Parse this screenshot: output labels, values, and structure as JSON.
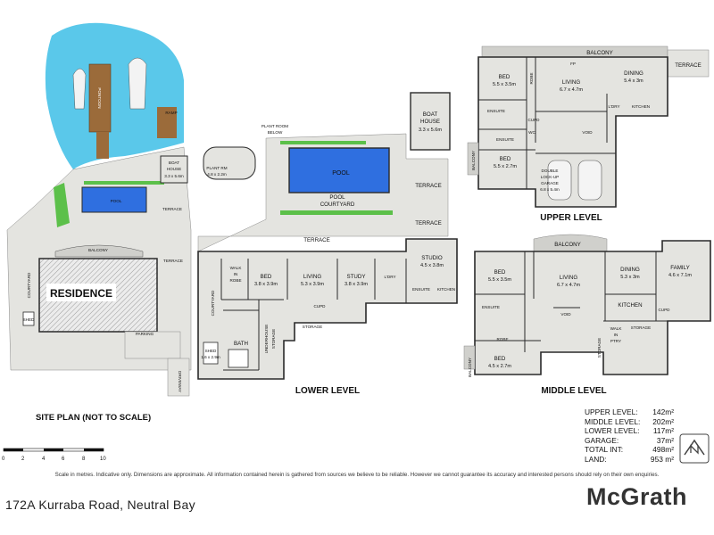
{
  "title": {
    "address": "172A Kurraba Road, Neutral Bay",
    "brand": "McGrath"
  },
  "disclaimer": "Scale in metres. Indicative only. Dimensions are approximate. All information contained herein is gathered from sources we believe to be reliable. However we cannot guarantee its accuracy and interested persons should rely on their own enquiries.",
  "site_plan": {
    "title": "SITE PLAN (NOT TO SCALE)",
    "labels": {
      "residence": "RESIDENCE",
      "pool": "POOL",
      "boat_house": "BOAT",
      "boat_house_2": "HOUSE",
      "boat_house_dim": "3.3 x 5.6m",
      "terrace_1": "TERRACE",
      "terrace_2": "TERRACE",
      "balcony": "BALCONY",
      "courtyard": "COURTYARD",
      "parking": "PARKING",
      "driveway": "DRIVEWAY",
      "shed": "SHED",
      "pontoon": "PONTOON",
      "ramp": "RAMP"
    },
    "scale_ticks": [
      "0",
      "2",
      "4",
      "6",
      "8",
      "10"
    ]
  },
  "lower_level": {
    "title": "LOWER LEVEL",
    "labels": {
      "plant_room_below_1": "PLANT ROOM",
      "plant_room_below_2": "BELOW",
      "plant_rm": "PLANT RM",
      "plant_rm_dim": "4.8 x 2.2m",
      "boat_house_1": "BOAT",
      "boat_house_2": "HOUSE",
      "boat_house_dim": "3.3 x 5.6m",
      "pool": "POOL",
      "pool_courtyard_1": "POOL",
      "pool_courtyard_2": "COURTYARD",
      "terrace_1": "TERRACE",
      "terrace_2": "TERRACE",
      "terrace_3": "TERRACE",
      "studio": "STUDIO",
      "studio_dim": "4.5 x 3.8m",
      "walk_in_robe_1": "WALK",
      "walk_in_robe_2": "IN",
      "walk_in_robe_3": "ROBE",
      "bed": "BED",
      "bed_dim": "3.8 x 3.9m",
      "living": "LIVING",
      "living_dim": "5.3 x 3.9m",
      "study": "STUDY",
      "study_dim": "3.8 x 3.9m",
      "ldry": "L'DRY",
      "ensuite": "ENSUITE",
      "kitchen": "KITCHEN",
      "courtyard": "COURTYARD",
      "bath": "BATH",
      "underhouse_storage_1": "UNDERHOUSE",
      "underhouse_storage_2": "STORAGE",
      "storage": "STORAGE",
      "cupd": "CUPD",
      "shed": "SHED",
      "shed_dim": "1.6 x 2.9m"
    }
  },
  "upper_level": {
    "title": "UPPER LEVEL",
    "labels": {
      "balcony": "BALCONY",
      "terrace": "TERRACE",
      "fp": "FP",
      "bed_1": "BED",
      "bed_1_dim": "5.5 x 3.5m",
      "living": "LIVING",
      "living_dim": "6.7 x 4.7m",
      "dining": "DINING",
      "dining_dim": "5.4 x 3m",
      "ensuite_1": "ENSUITE",
      "ensuite_2": "ENSUITE",
      "ldry": "L'DRY",
      "kitchen": "KITCHEN",
      "wc": "WC",
      "void": "VOID",
      "robe": "ROBE",
      "cupd": "CUPD",
      "bed_2": "BED",
      "bed_2_dim": "5.5 x 2.7m",
      "garage_1": "DOUBLE",
      "garage_2": "LOCK-UP",
      "garage_3": "GARAGE",
      "garage_dim": "6.8 x 5.4m",
      "balcony_side": "BALCONY"
    }
  },
  "middle_level": {
    "title": "MIDDLE LEVEL",
    "labels": {
      "balcony": "BALCONY",
      "bed_1": "BED",
      "bed_1_dim": "5.5 x 3.5m",
      "living": "LIVING",
      "living_dim": "6.7 x 4.7m",
      "dining": "DINING",
      "dining_dim": "5.3 x 3m",
      "family": "FAMILY",
      "family_dim": "4.6 x 7.1m",
      "kitchen": "KITCHEN",
      "ensuite": "ENSUITE",
      "void": "VOID",
      "walk_in_pantry_1": "WALK",
      "walk_in_pantry_2": "IN",
      "walk_in_pantry_3": "PTRY",
      "storage_1": "STORAGE",
      "storage_2": "STORAGE",
      "robe": "ROBE",
      "cupd": "CUPD",
      "bed_2": "BED",
      "bed_2_dim": "4.5 x 2.7m",
      "balcony_side": "BALCONY"
    }
  },
  "areas": [
    {
      "label": "UPPER LEVEL:",
      "value": "142m²"
    },
    {
      "label": "MIDDLE LEVEL:",
      "value": "202m²"
    },
    {
      "label": "LOWER LEVEL:",
      "value": "117m²"
    },
    {
      "label": "GARAGE:",
      "value": "37m²"
    },
    {
      "label": "TOTAL INT:",
      "value": "498m²"
    },
    {
      "label": "LAND:",
      "value": "953 m²"
    }
  ],
  "colors": {
    "water": "#5ac8ea",
    "pool": "#2f6fe0",
    "floor": "#e4e4e0",
    "wall": "#2a2a2a",
    "deck": "#9b6b3a",
    "grass": "#5cc04a",
    "brand": "#333333"
  }
}
